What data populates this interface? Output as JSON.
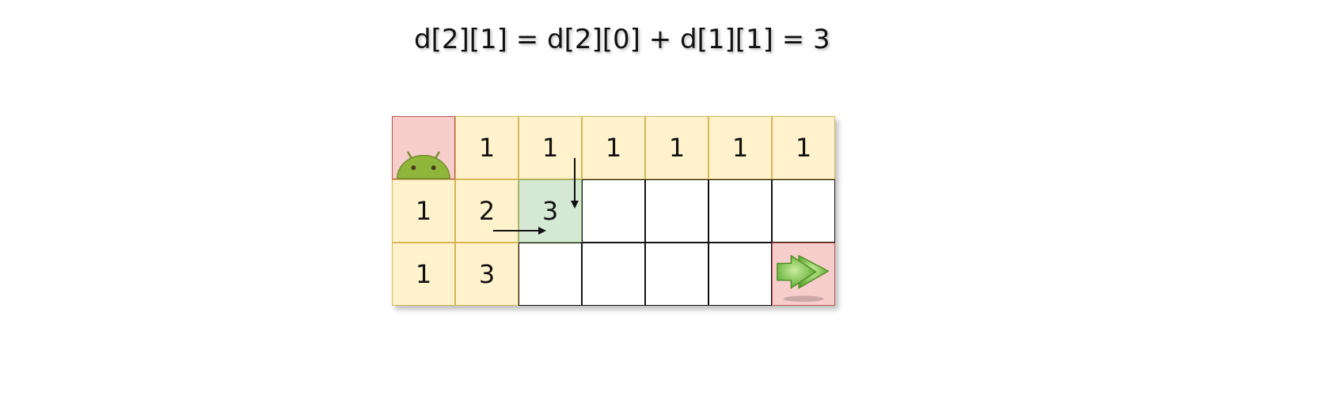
{
  "formula": "d[2][1] = d[2][0] + d[1][1] = 3",
  "grid": {
    "rows": [
      [
        "",
        "1",
        "1",
        "1",
        "1",
        "1",
        "1"
      ],
      [
        "1",
        "2",
        "3",
        "",
        "",
        "",
        ""
      ],
      [
        "1",
        "3",
        "",
        "",
        "",
        "",
        ""
      ]
    ],
    "start_cell": "android-robot-icon",
    "finish_cell": "double-arrow-right-icon",
    "current_cell": [
      1,
      2
    ]
  },
  "colors": {
    "filled_fill": "#fff2cc",
    "filled_border": "#d6b656",
    "marker_fill": "#f8cecc",
    "marker_border": "#b85450",
    "current_fill": "#d5e8d4",
    "current_border": "#82b366",
    "robot_green": "#8fb53a",
    "arrow_green": "#6fbf3a"
  }
}
